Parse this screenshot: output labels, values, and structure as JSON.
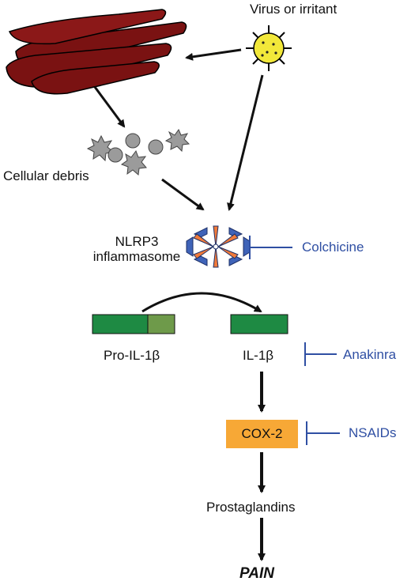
{
  "labels": {
    "virus": "Virus or irritant",
    "debris": "Cellular debris",
    "nlrp3_line1": "NLRP3",
    "nlrp3_line2": "inflammasome",
    "pro_il1b": "Pro-IL-1β",
    "il1b": "IL-1β",
    "cox2": "COX-2",
    "prostaglandins": "Prostaglandins",
    "pain": "PAIN"
  },
  "inhibitors": {
    "colchicine": "Colchicine",
    "anakinra": "Anakinra",
    "nsaids": "NSAIDs"
  },
  "colors": {
    "inhibitor": "#2f4fa3",
    "cox_box": "#f7a836",
    "il1b_bar": "#1e8a43",
    "pro_segment": "#6e9a4a",
    "muscle": "#7a1212",
    "virus": "#f2e83a",
    "debris": "#9b9b9b",
    "inflammasome_orange": "#f07a3a",
    "inflammasome_blue": "#3f63b8"
  },
  "icons": {
    "muscle": "muscle-fibers-icon",
    "virus": "virus-icon",
    "debris": "cellular-debris-icon",
    "inflammasome": "inflammasome-icon"
  }
}
